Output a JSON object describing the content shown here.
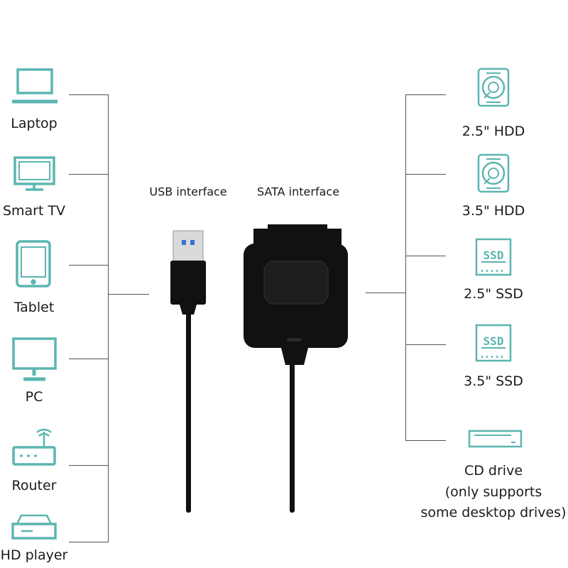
{
  "colors": {
    "icon": "#5bb5b0",
    "line": "#555555",
    "device": "#111111"
  },
  "left_devices": [
    {
      "label": "Laptop",
      "icon": "laptop-icon"
    },
    {
      "label": "Smart TV",
      "icon": "tv-icon"
    },
    {
      "label": "Tablet",
      "icon": "tablet-icon"
    },
    {
      "label": "PC",
      "icon": "monitor-icon"
    },
    {
      "label": "Router",
      "icon": "router-icon"
    },
    {
      "label": "HD player",
      "icon": "hd-player-icon"
    }
  ],
  "right_devices": [
    {
      "label": "2.5\" HDD",
      "icon": "hdd-icon"
    },
    {
      "label": "3.5\" HDD",
      "icon": "hdd-icon"
    },
    {
      "label": "2.5\" SSD",
      "icon": "ssd-icon"
    },
    {
      "label": "3.5\" SSD",
      "icon": "ssd-icon"
    },
    {
      "label": "CD drive",
      "icon": "cd-drive-icon",
      "note1": "(only supports",
      "note2": "some desktop drives)"
    }
  ],
  "center": {
    "usb_label": "USB interface",
    "sata_label": "SATA interface",
    "ssd_text": "SSD"
  }
}
